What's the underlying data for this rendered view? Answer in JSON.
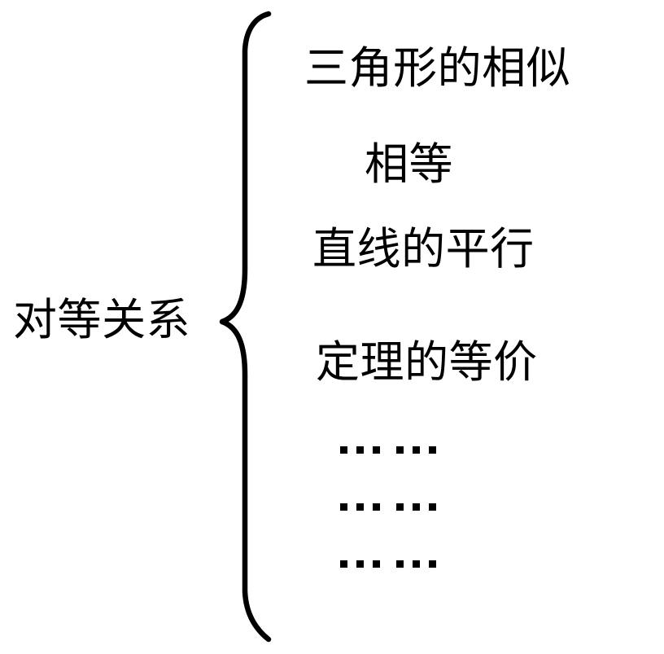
{
  "figure": {
    "type": "brace-diagram",
    "orientation": "left-label-right-items",
    "background_color": "#ffffff",
    "ink_color": "#000000"
  },
  "group": {
    "label": "对等关系"
  },
  "brace": {
    "glyph": "{",
    "description": "large left curly brace grouping the items"
  },
  "items": [
    {
      "label": "三角形的相似"
    },
    {
      "label": "相等"
    },
    {
      "label": "直线的平行"
    },
    {
      "label": "定理的等价"
    }
  ],
  "ellipsis_rows": [
    {
      "label": "……",
      "dots": 6
    },
    {
      "label": "……",
      "dots": 6
    },
    {
      "label": "……",
      "dots": 6
    }
  ]
}
